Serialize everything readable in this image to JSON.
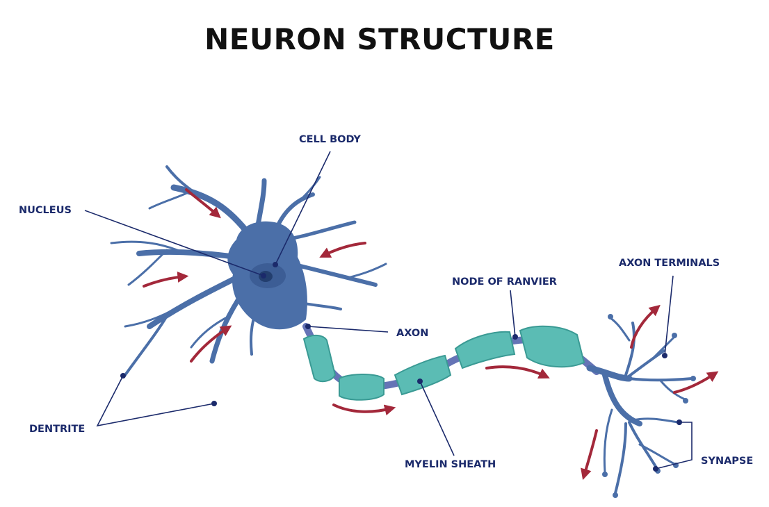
{
  "title": "NEURON STRUCTURE",
  "labels": {
    "cell_body": "CELL BODY",
    "nucleus": "NUCLEUS",
    "axon": "AXON",
    "node_of_ranvier": "NODE OF RANVIER",
    "axon_terminals": "AXON TERMINALS",
    "dentrite": "DENTRITE",
    "myelin_sheath": "MYELIN SHEATH",
    "synapse": "SYNAPSE"
  },
  "colors": {
    "title": "#111111",
    "label": "#1b2a6b",
    "neuron_body": "#4b6fa8",
    "neuron_dark": "#2f4f86",
    "myelin": "#5bbcb4",
    "myelin_dark": "#3a9a94",
    "arrow": "#a3283a",
    "background": "#ffffff"
  }
}
